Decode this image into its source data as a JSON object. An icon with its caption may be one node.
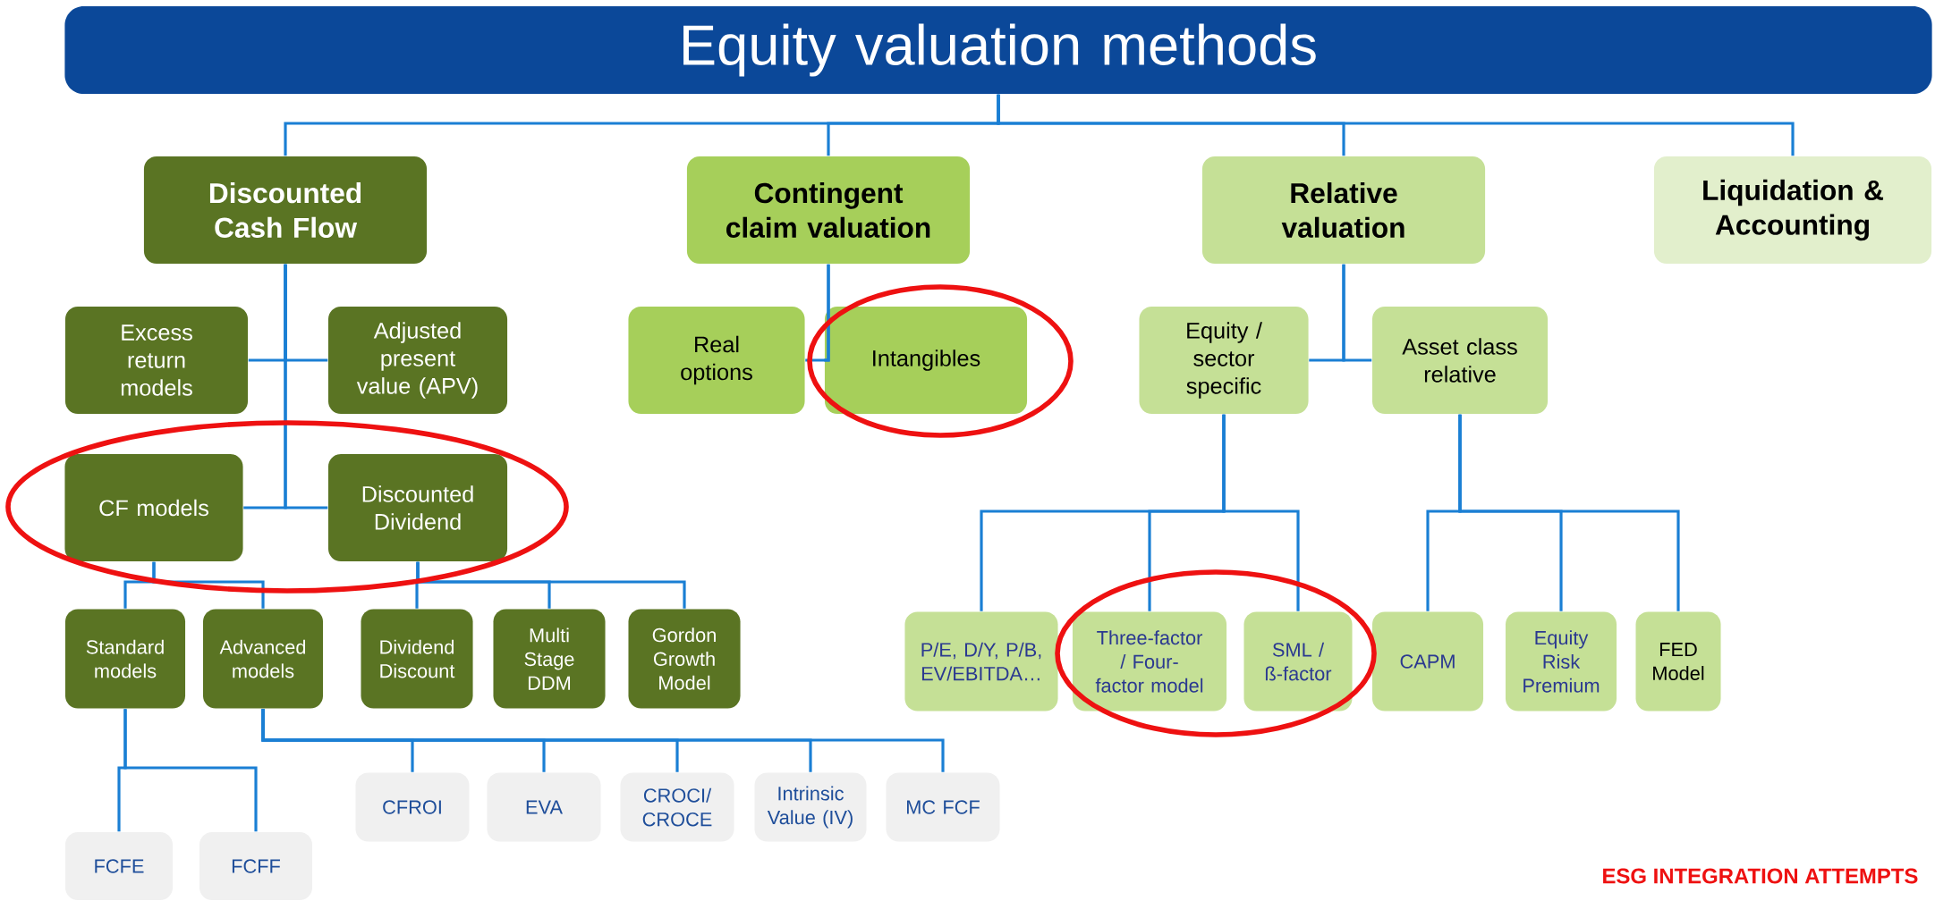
{
  "diagram": {
    "nodes": [
      {
        "text": [
          "Equity valuation methods"
        ]
      },
      {
        "text": [
          "Discounted Cash Flow"
        ]
      },
      {
        "text": [
          "Contingent claim valuation"
        ]
      },
      {
        "text": [
          "Relative valuation"
        ]
      },
      {
        "text": [
          "Liquidation & Accounting"
        ]
      },
      {
        "text": [
          "Excess return models"
        ]
      },
      {
        "text": [
          "Adjusted present value (APV)"
        ]
      },
      {
        "text": [
          "CF models"
        ]
      },
      {
        "text": [
          "Discounted Dividend"
        ]
      },
      {
        "text": [
          "Real options"
        ]
      },
      {
        "text": [
          "Intangibles"
        ]
      },
      {
        "text": [
          "Equity / sector specific"
        ]
      },
      {
        "text": [
          "Asset class relative"
        ]
      },
      {
        "text": [
          "Standard models"
        ]
      },
      {
        "text": [
          "Advanced models"
        ]
      },
      {
        "text": [
          "Dividend Discount"
        ]
      },
      {
        "text": [
          "Multi Stage DDM"
        ]
      },
      {
        "text": [
          "Gordon Growth Model"
        ]
      },
      {
        "text": [
          "P/E, D/Y, P/B, EV/EBITDA…"
        ]
      },
      {
        "text": [
          "Three-factor / Four-factor model"
        ]
      },
      {
        "text": [
          "SML / ß-factor"
        ]
      },
      {
        "text": [
          "CAPM"
        ]
      },
      {
        "text": [
          "Equity Risk Premium"
        ]
      },
      {
        "text": [
          "FED Model"
        ]
      },
      {
        "text": [
          "FCFE"
        ]
      },
      {
        "text": [
          "FCFF"
        ]
      },
      {
        "text": [
          "CFROI"
        ]
      },
      {
        "text": [
          "EVA"
        ]
      },
      {
        "text": [
          "CROCI/ CROCE"
        ]
      },
      {
        "text": [
          "Intrinsic Value (IV)"
        ]
      },
      {
        "text": [
          "MC FCF"
        ]
      }
    ],
    "edges": [
      {
        "from": 0,
        "to": 1,
        "arrow": "none"
      },
      {
        "from": 0,
        "to": 2,
        "arrow": "none"
      },
      {
        "from": 0,
        "to": 3,
        "arrow": "none"
      },
      {
        "from": 0,
        "to": 4,
        "arrow": "none"
      },
      {
        "from": 1,
        "to": 5,
        "arrow": "none"
      },
      {
        "from": 1,
        "to": 6,
        "arrow": "none"
      },
      {
        "from": 1,
        "to": 7,
        "arrow": "none"
      },
      {
        "from": 1,
        "to": 8,
        "arrow": "none"
      },
      {
        "from": 2,
        "to": 9,
        "arrow": "none"
      },
      {
        "from": 2,
        "to": 10,
        "arrow": "none"
      },
      {
        "from": 3,
        "to": 11,
        "arrow": "none"
      },
      {
        "from": 3,
        "to": 12,
        "arrow": "none"
      },
      {
        "from": 7,
        "to": 13,
        "arrow": "none"
      },
      {
        "from": 7,
        "to": 14,
        "arrow": "none"
      },
      {
        "from": 8,
        "to": 15,
        "arrow": "none"
      },
      {
        "from": 8,
        "to": 16,
        "arrow": "none"
      },
      {
        "from": 8,
        "to": 17,
        "arrow": "none"
      },
      {
        "from": 11,
        "to": 18,
        "arrow": "none"
      },
      {
        "from": 11,
        "to": 19,
        "arrow": "none"
      },
      {
        "from": 11,
        "to": 20,
        "arrow": "none"
      },
      {
        "from": 12,
        "to": 21,
        "arrow": "none"
      },
      {
        "from": 12,
        "to": 22,
        "arrow": "none"
      },
      {
        "from": 12,
        "to": 23,
        "arrow": "none"
      },
      {
        "from": 13,
        "to": 24,
        "arrow": "none"
      },
      {
        "from": 13,
        "to": 25,
        "arrow": "none"
      },
      {
        "from": 14,
        "to": 26,
        "arrow": "none"
      },
      {
        "from": 14,
        "to": 27,
        "arrow": "none"
      },
      {
        "from": 14,
        "to": 28,
        "arrow": "none"
      },
      {
        "from": 14,
        "to": 29,
        "arrow": "none"
      },
      {
        "from": 14,
        "to": 30,
        "arrow": "none"
      }
    ],
    "labels": [
      "ESG INTEGRATION ATTEMPTS"
    ]
  }
}
